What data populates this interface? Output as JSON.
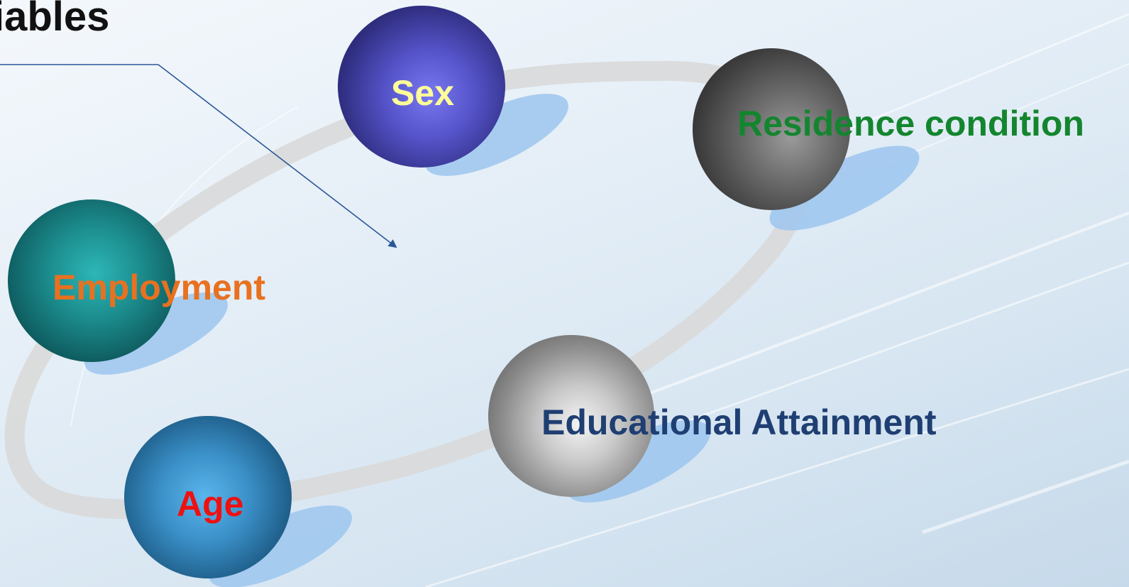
{
  "slide": {
    "title": "iables"
  },
  "nodes": [
    {
      "id": "sex",
      "label": "Sex"
    },
    {
      "id": "residence",
      "label": "Residence condition"
    },
    {
      "id": "employment",
      "label": "Employment"
    },
    {
      "id": "age",
      "label": "Age"
    },
    {
      "id": "education",
      "label": "Educational Attainment"
    }
  ],
  "colors": {
    "sex_label": "#ffff99",
    "residence_label": "#14852f",
    "employment_label": "#e87120",
    "age_label": "#ee1111",
    "education_label": "#1f3f73",
    "connector": "#2b5797",
    "ring": "#dcdcdc",
    "shadow": "#9cc6ef"
  }
}
